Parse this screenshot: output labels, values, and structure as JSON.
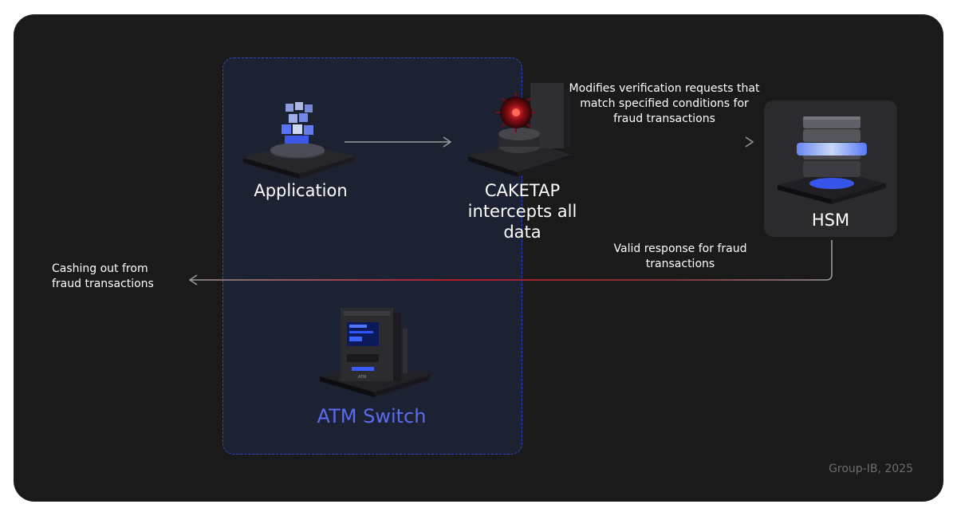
{
  "nodes": {
    "application": {
      "label": "Application"
    },
    "caketap": {
      "label": "CAKETAP intercepts all data"
    },
    "hsm": {
      "label": "HSM"
    },
    "atm_switch": {
      "label": "ATM Switch"
    }
  },
  "edges": {
    "modifies": {
      "label": "Modifies verification requests that match specified conditions for fraud transactions"
    },
    "valid_response": {
      "label": "Valid response for fraud transactions"
    },
    "cash_out": {
      "label": "Cashing out from fraud transactions"
    }
  },
  "footer": {
    "credit": "Group-IB, 2025"
  },
  "colors": {
    "background": "#1a1a1b",
    "switch_border": "#3347d6",
    "switch_label": "#5a6cf0",
    "accent_red": "#e0192b",
    "arrow_gray": "#9a9a9a",
    "hsm_card": "#2b2b2d"
  },
  "icons": {
    "application": "application-blocks-icon",
    "caketap": "virus-server-icon",
    "hsm": "hsm-server-stack-icon",
    "atm": "atm-machine-icon"
  }
}
